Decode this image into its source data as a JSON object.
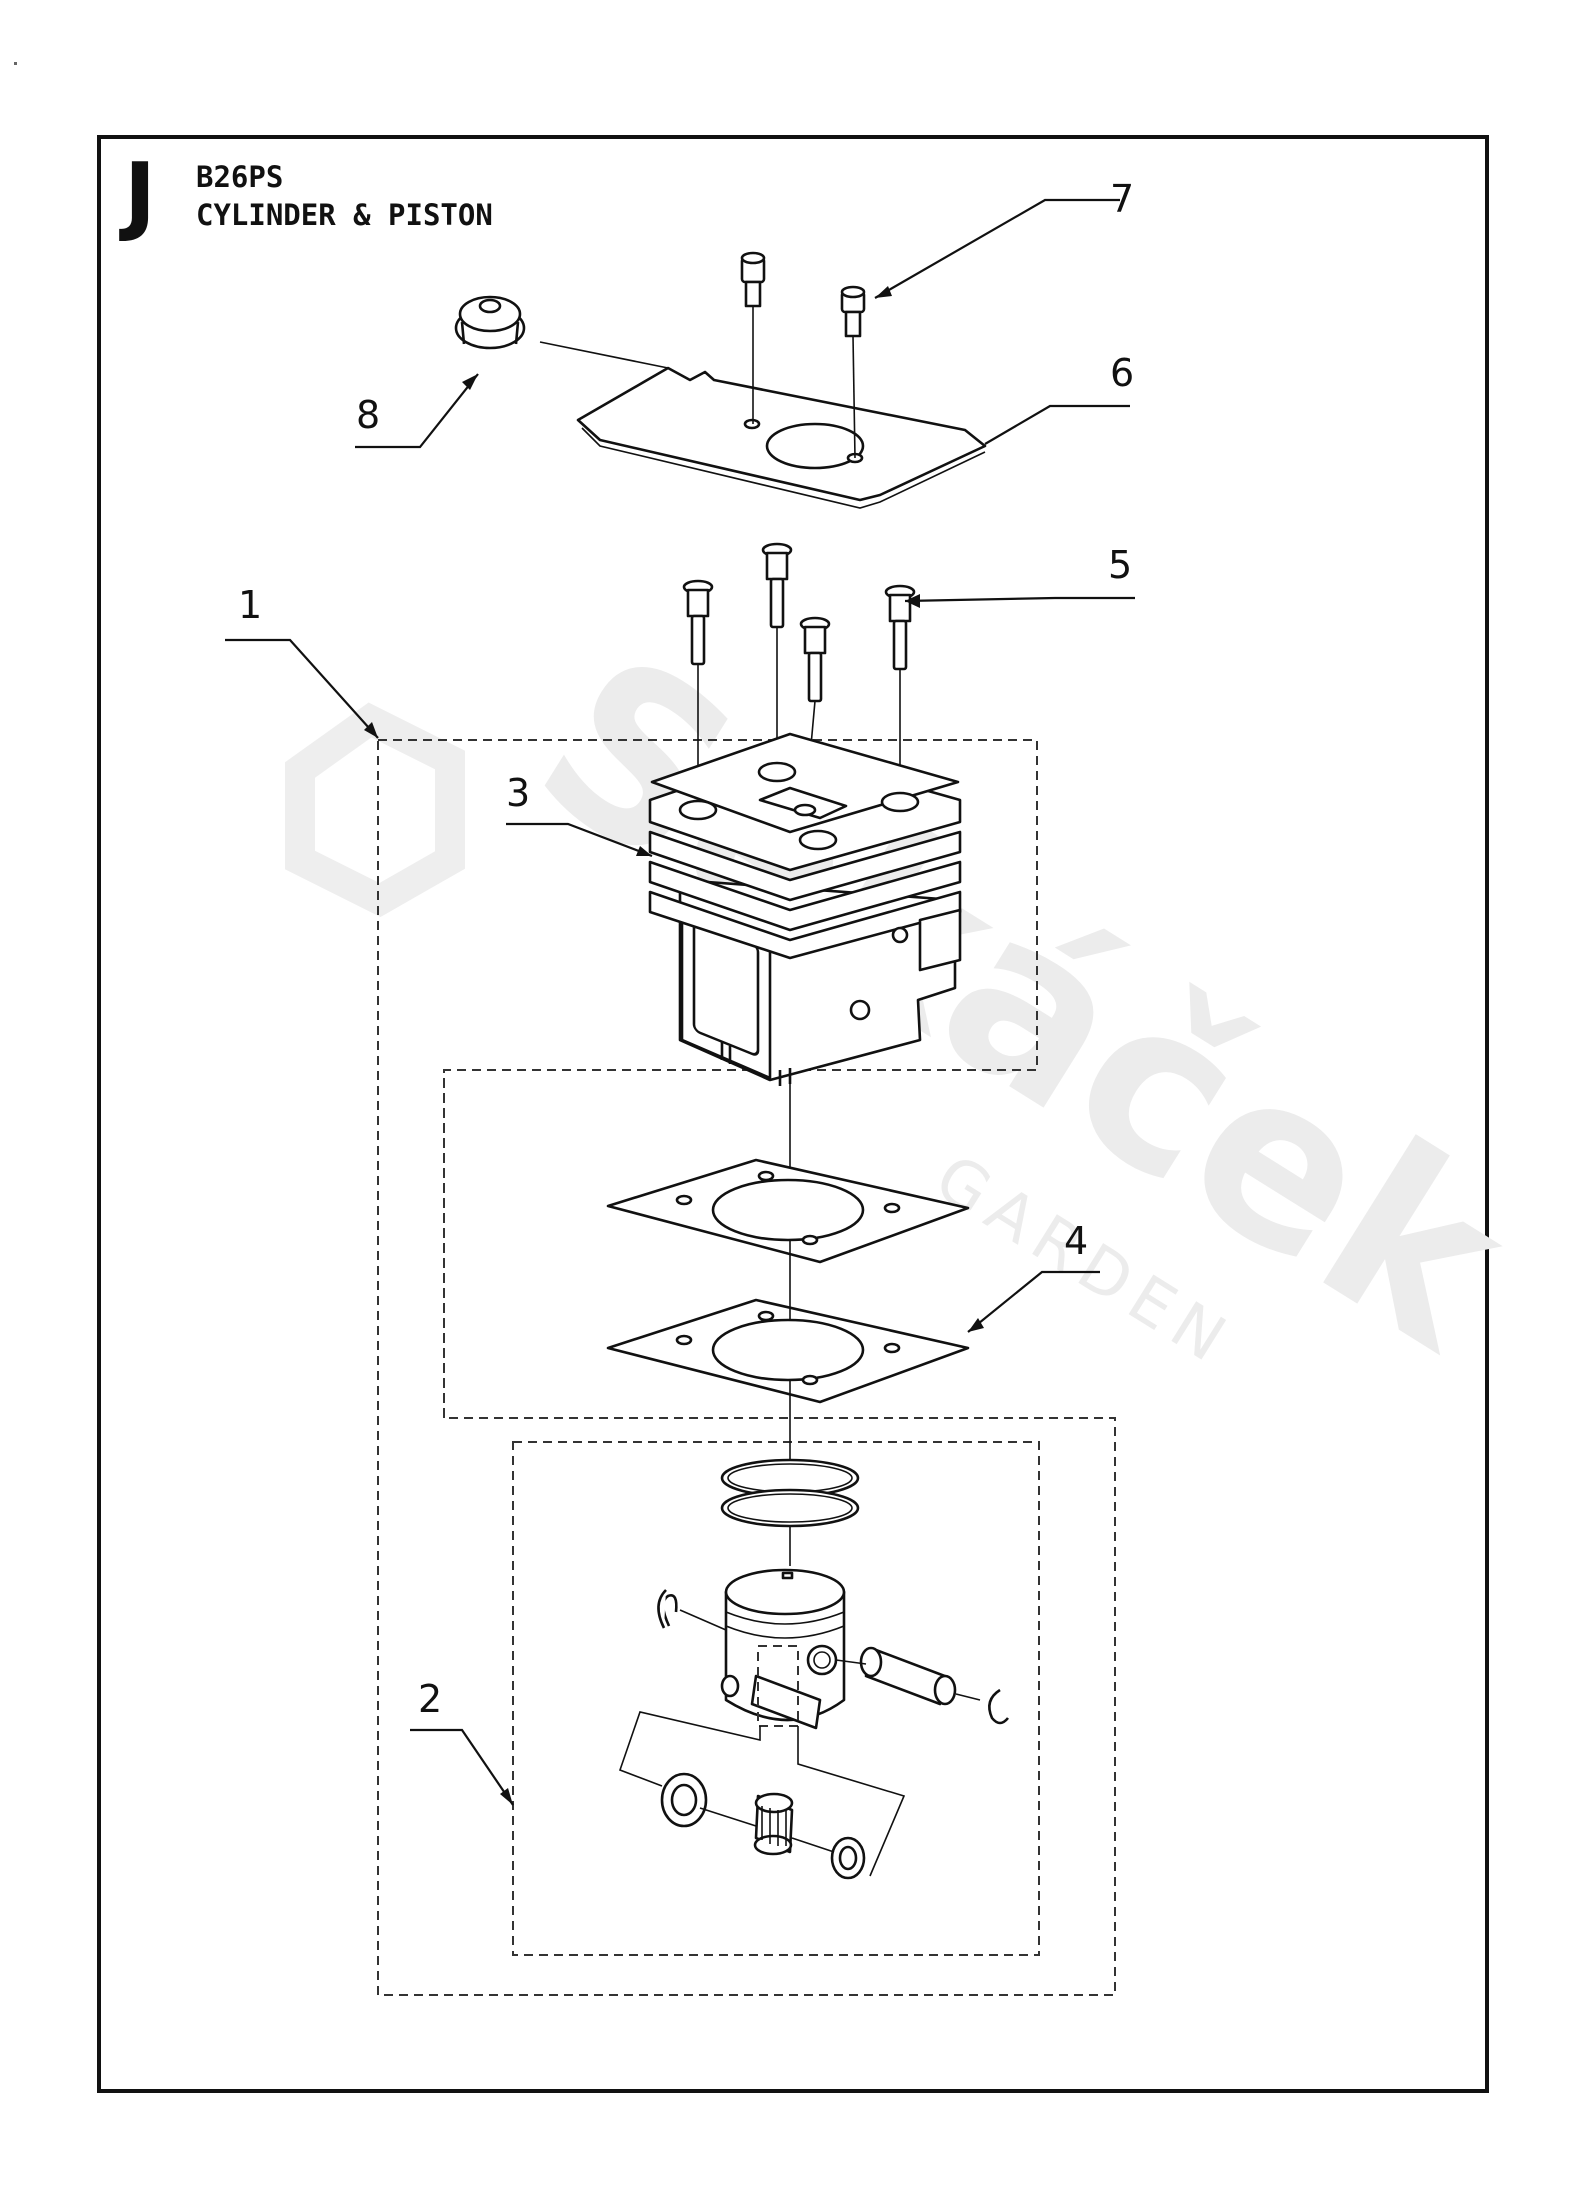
{
  "header": {
    "section_letter": "J",
    "model": "B26PS",
    "title": "CYLINDER & PISTON"
  },
  "callouts": [
    {
      "id": "1",
      "label": "1"
    },
    {
      "id": "2",
      "label": "2"
    },
    {
      "id": "3",
      "label": "3"
    },
    {
      "id": "4",
      "label": "4"
    },
    {
      "id": "5",
      "label": "5"
    },
    {
      "id": "6",
      "label": "6"
    },
    {
      "id": "7",
      "label": "7"
    },
    {
      "id": "8",
      "label": "8"
    }
  ],
  "watermark": {
    "brand": "Sekáček",
    "sub": "GARDEN"
  },
  "colors": {
    "line": "#111111",
    "watermark": "#ececec",
    "background": "#ffffff"
  }
}
